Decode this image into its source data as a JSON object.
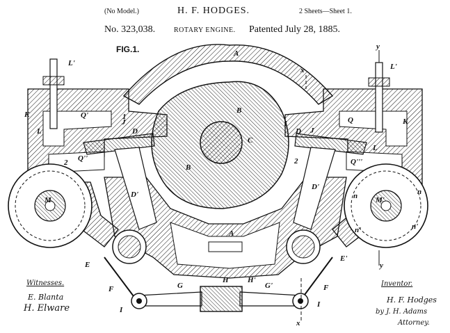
{
  "header": {
    "model_note": "(No Model.)",
    "inventor_name": "H. F. HODGES.",
    "sheet_info": "2 Sheets—Sheet 1.",
    "patent_number": "No. 323,038.",
    "title": "ROTARY ENGINE.",
    "date": "Patented July 28, 1885."
  },
  "figure": {
    "label": "FIG.1.",
    "part_labels": [
      "A",
      "A",
      "x",
      "B",
      "B",
      "C",
      "D",
      "D",
      "D'",
      "D'",
      "E",
      "E'",
      "F",
      "F",
      "G",
      "G'",
      "H",
      "H'",
      "I",
      "I",
      "J",
      "J",
      "K",
      "K",
      "L",
      "L",
      "L'",
      "L'",
      "M",
      "M'",
      "n",
      "n'",
      "n",
      "n'",
      "Q",
      "Q'",
      "Q''",
      "Q'''",
      "1",
      "1",
      "2",
      "2",
      "y",
      "y",
      "x"
    ]
  },
  "witnesses": {
    "heading": "Witnesses.",
    "sig1": "E. Blanta",
    "sig2": "H. Elware"
  },
  "inventor": {
    "heading": "Inventor.",
    "sig": "H. F. Hodges",
    "by": "by J. H. Adams",
    "attorney": "Attorney."
  }
}
